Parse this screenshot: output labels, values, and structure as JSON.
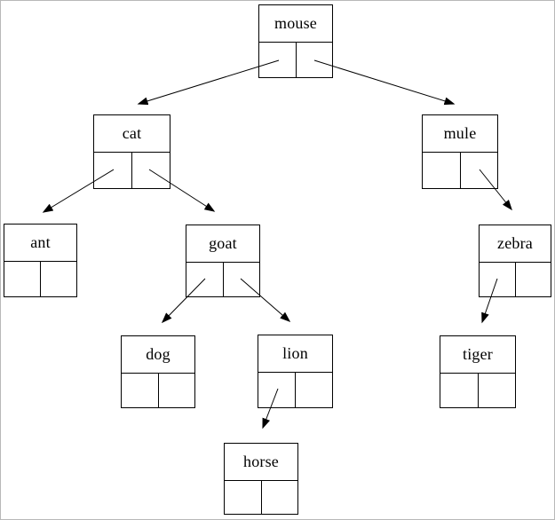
{
  "diagram": {
    "type": "binary-tree",
    "background_color": "#ffffff",
    "frame_border_color": "#b8b8b8",
    "node_border_color": "#000000",
    "edge_color": "#000000",
    "text_color": "#000000"
  },
  "nodes": [
    {
      "id": "mouse",
      "label": "mouse",
      "left_child": "cat",
      "right_child": "mule"
    },
    {
      "id": "cat",
      "label": "cat",
      "left_child": "ant",
      "right_child": "goat"
    },
    {
      "id": "mule",
      "label": "mule",
      "left_child": null,
      "right_child": "zebra"
    },
    {
      "id": "ant",
      "label": "ant",
      "left_child": null,
      "right_child": null
    },
    {
      "id": "goat",
      "label": "goat",
      "left_child": "dog",
      "right_child": "lion"
    },
    {
      "id": "zebra",
      "label": "zebra",
      "left_child": "tiger",
      "right_child": null
    },
    {
      "id": "dog",
      "label": "dog",
      "left_child": null,
      "right_child": null
    },
    {
      "id": "lion",
      "label": "lion",
      "left_child": "horse",
      "right_child": null
    },
    {
      "id": "tiger",
      "label": "tiger",
      "left_child": null,
      "right_child": null
    },
    {
      "id": "horse",
      "label": "horse",
      "left_child": null,
      "right_child": null
    }
  ],
  "edges": [
    {
      "from": "mouse",
      "pointer": "left",
      "to": "cat"
    },
    {
      "from": "mouse",
      "pointer": "right",
      "to": "mule"
    },
    {
      "from": "cat",
      "pointer": "left",
      "to": "ant"
    },
    {
      "from": "cat",
      "pointer": "right",
      "to": "goat"
    },
    {
      "from": "mule",
      "pointer": "right",
      "to": "zebra"
    },
    {
      "from": "goat",
      "pointer": "left",
      "to": "dog"
    },
    {
      "from": "goat",
      "pointer": "right",
      "to": "lion"
    },
    {
      "from": "zebra",
      "pointer": "left",
      "to": "tiger"
    },
    {
      "from": "lion",
      "pointer": "left",
      "to": "horse"
    }
  ]
}
